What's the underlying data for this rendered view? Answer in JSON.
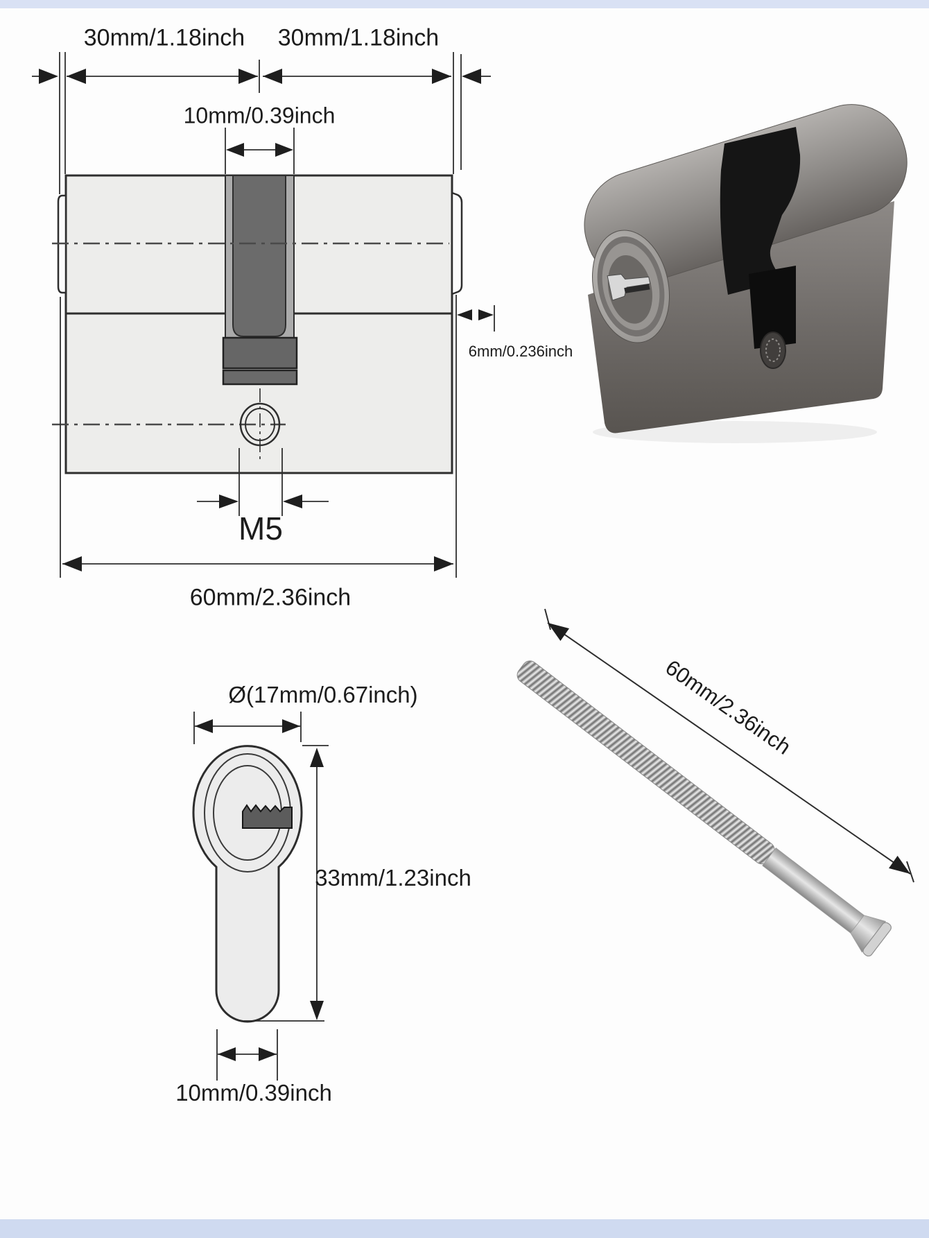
{
  "page": {
    "background": "#fdfdfd",
    "top_strip_color": "#d9e1f4",
    "bottom_strip_color": "#cfdaf0",
    "line_color": "#2e2e2e"
  },
  "front_view": {
    "label_left_half": "30mm/1.18inch",
    "label_right_half": "30mm/1.18inch",
    "label_cam_width": "10mm/0.39inch",
    "label_cap_offset": "6mm/0.236inch",
    "label_screw_thread": "M5",
    "label_total_length": "60mm/2.36inch"
  },
  "profile_view": {
    "label_diameter": "Ø(17mm/0.67inch)",
    "label_height": "33mm/1.23inch",
    "label_stem_width": "10mm/0.39inch"
  },
  "screw_view": {
    "label_length": "60mm/2.36inch"
  }
}
